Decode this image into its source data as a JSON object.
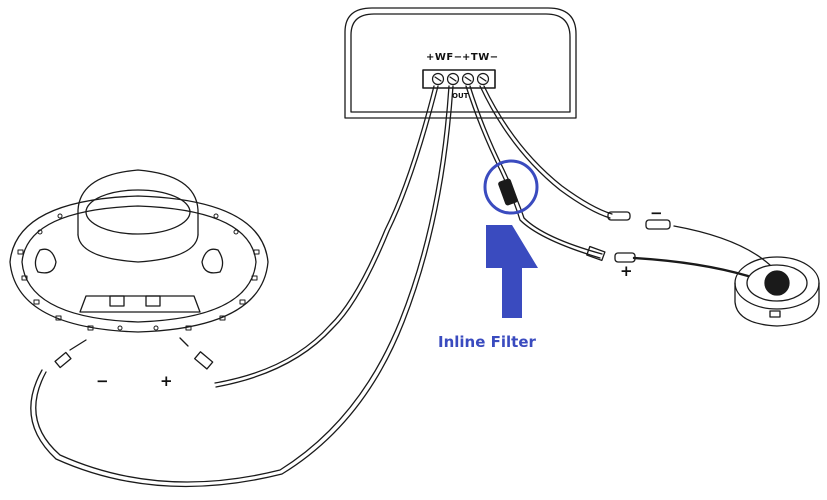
{
  "crossover": {
    "woofer_terminal_label": "+WF−",
    "tweeter_terminal_label": "+TW−",
    "out_label": "OUT"
  },
  "woofer": {
    "negative_label": "−",
    "positive_label": "+"
  },
  "tweeter": {
    "negative_label": "−",
    "positive_label": "+"
  },
  "callout": {
    "text": "Inline Filter",
    "color": "#3a4bbf"
  }
}
